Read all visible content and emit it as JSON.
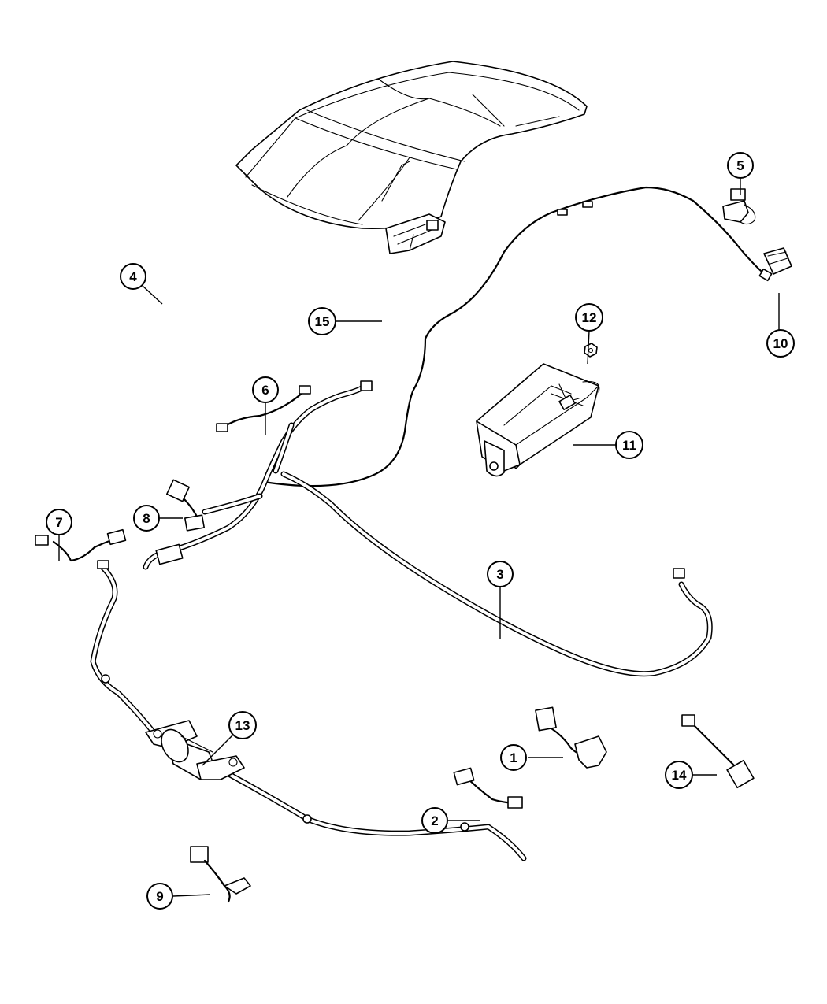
{
  "callouts": [
    {
      "id": "1",
      "label": "1"
    },
    {
      "id": "2",
      "label": "2"
    },
    {
      "id": "3",
      "label": "3"
    },
    {
      "id": "4",
      "label": "4"
    },
    {
      "id": "5",
      "label": "5"
    },
    {
      "id": "6",
      "label": "6"
    },
    {
      "id": "7",
      "label": "7"
    },
    {
      "id": "8",
      "label": "8"
    },
    {
      "id": "9",
      "label": "9"
    },
    {
      "id": "10",
      "label": "10"
    },
    {
      "id": "11",
      "label": "11"
    },
    {
      "id": "12",
      "label": "12"
    },
    {
      "id": "13",
      "label": "13"
    },
    {
      "id": "14",
      "label": "14"
    },
    {
      "id": "15",
      "label": "15"
    }
  ],
  "colors": {
    "line": "#000000",
    "background": "#ffffff"
  }
}
